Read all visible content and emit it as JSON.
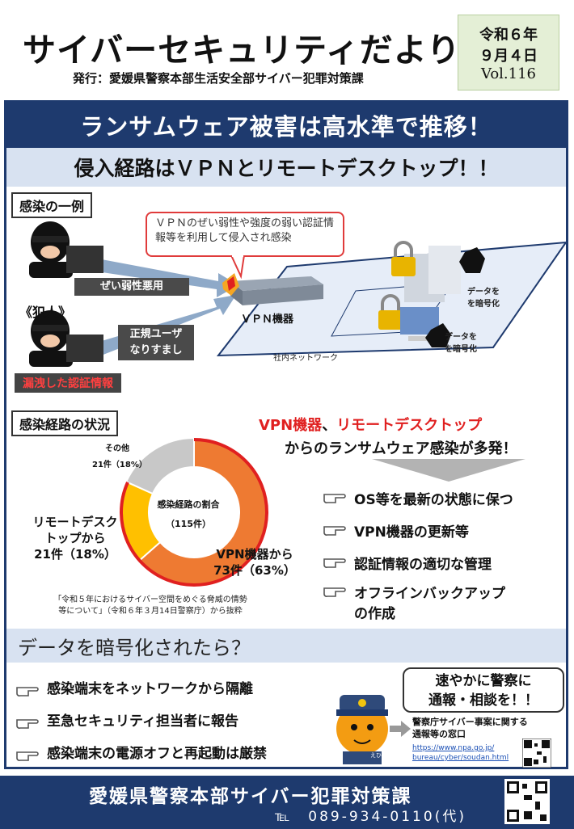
{
  "header": {
    "title": "サイバーセキュリティだより",
    "publisher": "発行：愛媛県警察本部生活安全部サイバー犯罪対策課",
    "date_era_year": "令和６年",
    "date_month_day": "９月４日",
    "volume": "Vol.116"
  },
  "banner": {
    "headline": "ランサムウェア被害は高水準で推移！",
    "subheadline": "侵入経路はＶＰＮとリモートデスクトップ！！"
  },
  "infection_example": {
    "section_label": "感染の一例",
    "callout": "ＶＰＮのぜい弱性や強度の弱い認証情報等を利用して侵入され感染",
    "vuln_label": "ぜい弱性悪用",
    "criminal_label": "《犯人》",
    "impersonation_label": "正規ユーザ\nなりすまし",
    "leak_label": "漏洩した認証情報",
    "vpn_device_label": "ＶＰＮ機器",
    "network_label": "社内ネットワーク",
    "encrypt_label_1": "データを\nを暗号化",
    "encrypt_label_2": "データを\nを暗号化"
  },
  "routes": {
    "section_label": "感染経路の状況",
    "center_title": "感染経路の割合",
    "center_total": "（115件）",
    "label_other_name": "その他",
    "label_other_value": "21件（18%）",
    "label_remote": "リモートデスク\nトップから\n21件（18%）",
    "label_vpn": "VPN機器から\n73件（63%）",
    "credit": "「令和５年におけるサイバー空間をめぐる脅威の情勢\n等について」（令和６年３月14日警察庁）から抜粋"
  },
  "chart_data": {
    "type": "pie",
    "title": "感染経路の割合",
    "total": 115,
    "categories": [
      "VPN機器",
      "リモートデスクトップ",
      "その他"
    ],
    "values": [
      73,
      21,
      21
    ],
    "percentages": [
      63,
      18,
      18
    ],
    "colors": [
      "#ee7a32",
      "#ffc000",
      "#c8c8c8"
    ]
  },
  "countermeasures": {
    "heading_red_1": "VPN機器",
    "heading_sep": "、",
    "heading_red_2": "リモートデスクトップ",
    "heading_line2": "からのランサムウェア感染が多発！",
    "tips": [
      "OS等を最新の状態に保つ",
      "VPN機器の更新等",
      "認証情報の適切な管理",
      "オフラインバックアップ\nの作成"
    ]
  },
  "encrypted": {
    "heading": "データを暗号化されたら？",
    "tips": [
      "感染端末をネットワークから隔離",
      "至急セキュリティ担当者に報告",
      "感染端末の電源オフと再起動は厳禁"
    ],
    "speech": "速やかに警察に\n通報・相談を！！",
    "mascot_tag": "えひめ",
    "contact_title": "警察庁サイバー事案に関する\n通報等の窓口",
    "contact_url": "https://www.npa.go.jp/\nbureau/cyber/soudan.html"
  },
  "footer": {
    "org": "愛媛県警察本部サイバー犯罪対策課",
    "tel": "℡　089-934-0110(代)"
  },
  "colors": {
    "navy": "#1e3a6e",
    "light_blue": "#d8e2f1",
    "red": "#e02020",
    "orange": "#ee7a32",
    "yellow": "#ffc000",
    "gray": "#c8c8c8"
  }
}
